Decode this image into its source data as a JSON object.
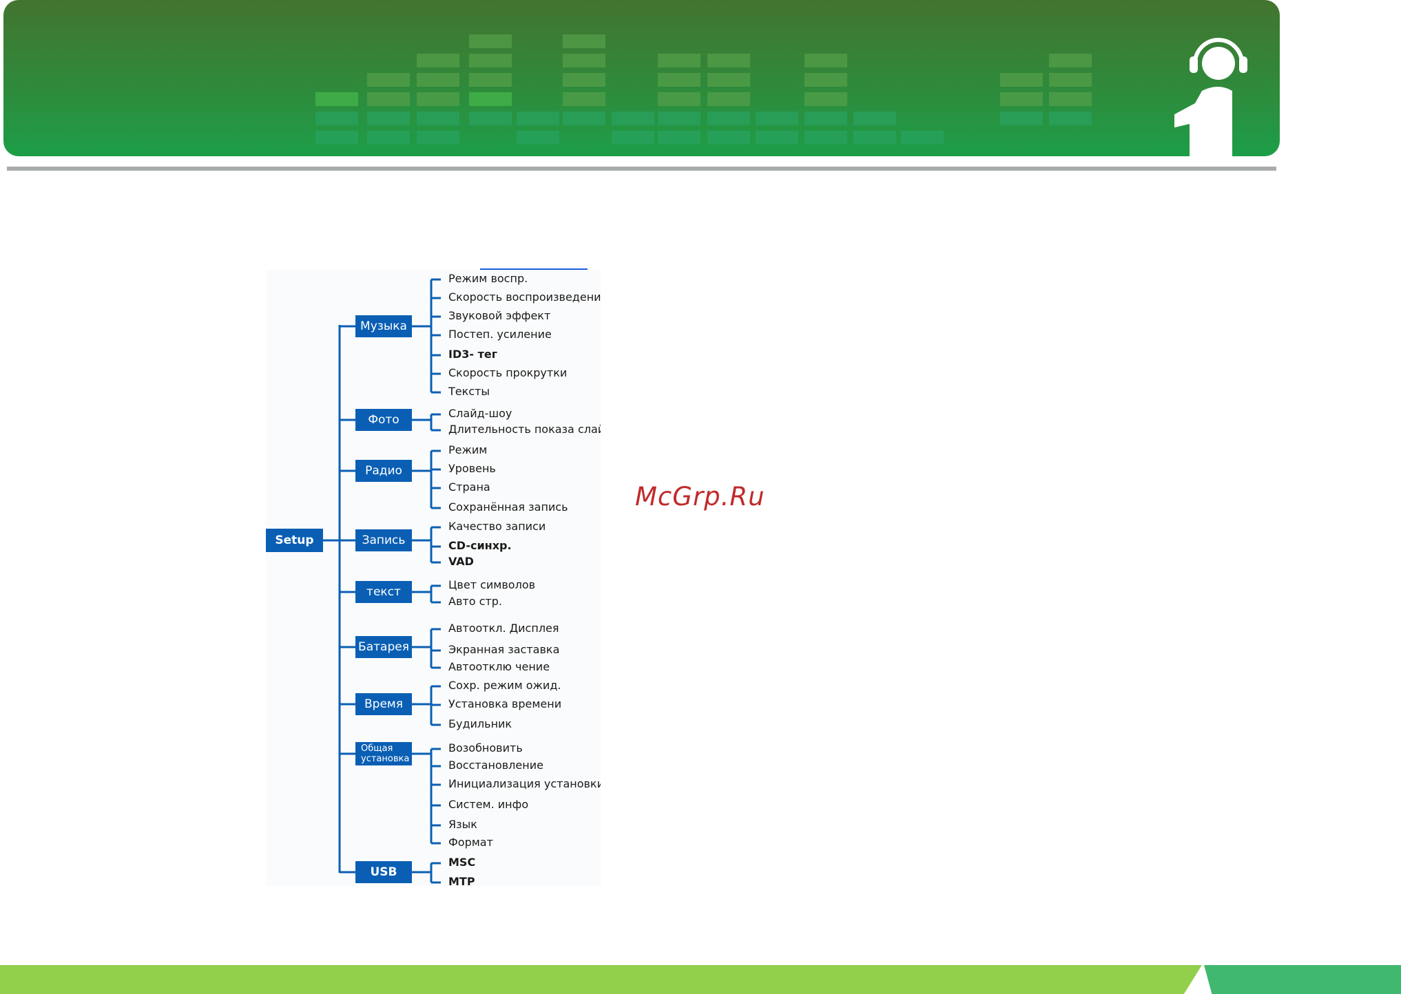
{
  "diagram": {
    "root": "Setup",
    "groups": [
      {
        "label": "Музыка",
        "items": [
          "Режим воспр.",
          "Скорость воспроизведения",
          "Звуковой эффект",
          "Постеп. усиление",
          "ID3- тег",
          "Скорость прокрутки",
          "Тексты"
        ]
      },
      {
        "label": "Фото",
        "items": [
          "Слайд-шоу",
          "Длительность показа слайда"
        ]
      },
      {
        "label": "Радио",
        "items": [
          "Режим",
          "Уровень",
          "Страна",
          "Сохранённая запись"
        ]
      },
      {
        "label": "Запись",
        "items": [
          "Качество записи",
          "CD-синхр.",
          "VAD"
        ]
      },
      {
        "label": "текст",
        "items": [
          "Цвет символов",
          "Авто стр."
        ]
      },
      {
        "label": "Батарея",
        "items": [
          "Автооткл. Дисплея",
          "Экранная заставка",
          "Автоотклю чение"
        ]
      },
      {
        "label": "Время",
        "items": [
          "Сохр. режим ожид.",
          "Установка времени",
          "Будильник"
        ]
      },
      {
        "label": "Общая установка",
        "items": [
          "Возобновить",
          "Восстановление",
          "Инициализация установки",
          "Систем. инфо",
          "Язык",
          "Формат"
        ]
      },
      {
        "label": "USB",
        "items": [
          "MSC",
          "MTP"
        ]
      }
    ]
  },
  "watermark": "McGrp.Ru"
}
